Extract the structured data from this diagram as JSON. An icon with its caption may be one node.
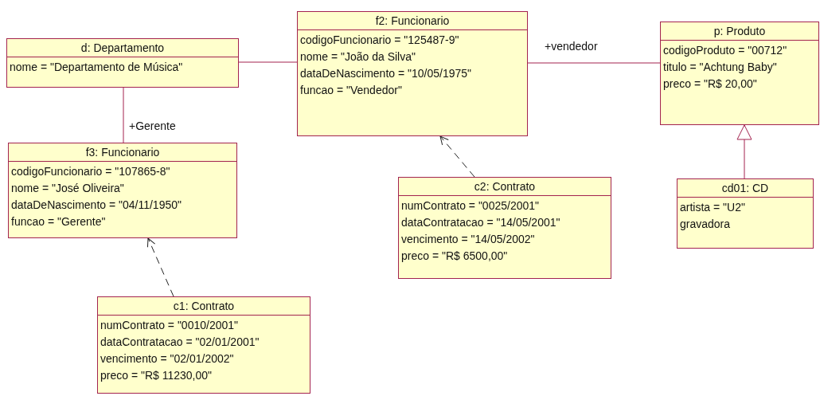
{
  "diagram": {
    "nodes": [
      {
        "text": [
          "d: Departamento",
          "nome = \"Departamento de Música\""
        ]
      },
      {
        "text": [
          "f2: Funcionario",
          "codigoFuncionario = \"125487-9\"",
          "nome = \"João da Silva\"",
          "dataDeNascimento = \"10/05/1975\"",
          "funcao = \"Vendedor\""
        ]
      },
      {
        "text": [
          "p: Produto",
          "codigoProduto = \"00712\"",
          "titulo = \"Achtung Baby\"",
          "preco = \"R$ 20,00\""
        ]
      },
      {
        "text": [
          "f3: Funcionario",
          "codigoFuncionario = \"107865-8\"",
          "nome = \"José Oliveira\"",
          "dataDeNascimento = \"04/11/1950\"",
          "funcao = \"Gerente\""
        ]
      },
      {
        "text": [
          "c2: Contrato",
          "numContrato = \"0025/2001\"",
          "dataContratacao = \"14/05/2001\"",
          "vencimento = \"14/05/2002\"",
          "preco = \"R$ 6500,00\""
        ]
      },
      {
        "text": [
          "cd01: CD",
          "artista = \"U2\"",
          "gravadora"
        ]
      },
      {
        "text": [
          "c1: Contrato",
          "numContrato = \"0010/2001\"",
          "dataContratacao = \"02/01/2001\"",
          "vencimento = \"02/01/2002\"",
          "preco = \"R$ 11230,00\""
        ]
      }
    ],
    "edges": [
      {
        "from": 0,
        "to": 1,
        "arrow": "none"
      },
      {
        "from": 1,
        "to": 2,
        "arrow": "none",
        "label": "+vendedor"
      },
      {
        "from": 0,
        "to": 3,
        "arrow": "none",
        "label": "+Gerente"
      },
      {
        "from": 4,
        "to": 1,
        "arrow": "to",
        "style": "dashed",
        "color": "#222222"
      },
      {
        "from": 5,
        "to": 2,
        "arrow": "to"
      },
      {
        "from": 6,
        "to": 3,
        "arrow": "to",
        "style": "dashed",
        "color": "#222222"
      }
    ]
  }
}
